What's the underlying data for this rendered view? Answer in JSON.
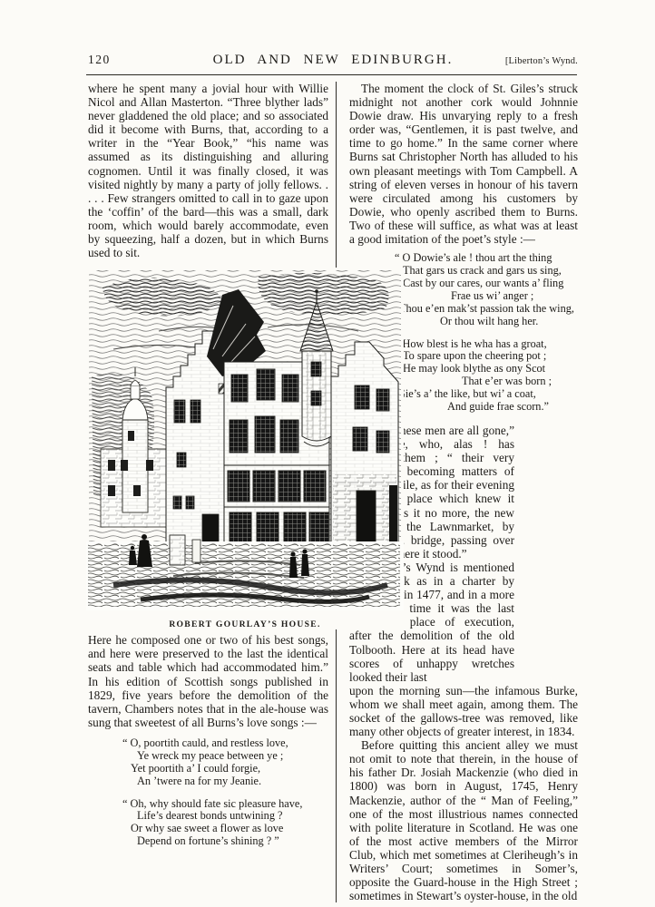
{
  "page": {
    "page_number": "120",
    "running_title": "OLD AND NEW EDINBURGH.",
    "header_right": "[Liberton’s Wynd."
  },
  "left_column": {
    "paragraph_1": "where he spent many a jovial hour with Willie Nicol and Allan Masterton. “Three blyther lads” never gladdened the old place; and so associated did it become with Burns, that, according to a writer in the “Year Book,” “his name was assumed as its distinguishing and alluring cognomen. Until it was finally closed, it was visited nightly by many a party of jolly fellows. . . . . Few strangers omitted to call in to gaze upon the ‘coffin’ of the bard—this was a small, dark room, which would barely accommodate, even by squeezing, half a dozen, but in which Burns used to sit.",
    "illustration_caption": "ROBERT GOURLAY’S HOUSE.",
    "paragraph_2": "Here he composed one or two of his best songs, and here were preserved to the last the identical seats and table which had accommodated him.” In his edition of Scottish songs published in 1829, five years before the demolition of the tavern, Chambers notes that in the ale-house was sung that sweetest of all Burns’s love songs :—",
    "poem": {
      "stanza_1": [
        "“ O, poortith cauld, and restless love,",
        "Ye wreck my peace between ye ;",
        "Yet poortith a’ I could forgie,",
        "An ’twere na for my Jeanie."
      ],
      "stanza_2": [
        "“ Oh, why should fate sic pleasure have,",
        "Life’s dearest bonds untwining ?",
        "Or why sae sweet a flower as love",
        "Depend on fortune’s shining ? ”"
      ]
    }
  },
  "right_column": {
    "paragraph_1": "The moment the clock of St. Giles’s struck midnight not another cork would Johnnie Dowie draw.  His unvarying reply to a fresh order was, “Gentlemen, it is past twelve, and time to go home.”  In the same corner where Burns sat Christopher North has alluded to his own pleasant meetings with Tom Campbell.  A string of eleven verses in honour of his tavern were circulated among his customers by Dowie, who openly ascribed them to Burns.  Two of these will suffice, as what was at least a good imitation of the poet’s style :—",
    "poem": {
      "stanza_1": [
        "“ O Dowie’s ale ! thou art the thing",
        "That gars us crack and gars us sing,",
        "Cast by our cares, our wants a’ fling",
        "Frae us wi’ anger ;",
        "Thou e’en mak’st passion tak the wing,",
        "Or thou wilt hang her."
      ],
      "stanza_2": [
        "“ How blest is he wha has a groat,",
        "To spare upon the cheering pot ;",
        "He may look blythe as ony Scot",
        "That e’er was born ;",
        "Gie’s a’ the like, but wi’ a coat,",
        "And guide frae scorn.”"
      ]
    },
    "paragraph_2": "“ Now these men are all gone,” wrote one, who, alas ! has followed them ; “ their very habits are becoming matters of history, while, as for their evening haunt, the place which knew it once knows it no more, the new access to the Lawnmarket, by George IV. bridge, passing over the area where it stood.”",
    "paragraph_3": "Liberton’s Wynd is mentioned so far back as in a charter by James III., in 1477, and in a more subsequent time it was the last permanent place of execution, after the demolition of the old Tolbooth. Here at its head have scores of unhappy wretches looked their last",
    "paragraph_3_continued": "upon the morning sun—the infamous Burke, whom we shall meet again, among them.  The socket of the gallows-tree was removed, like many other objects of greater interest, in 1834.",
    "paragraph_4": "Before quitting this ancient alley we must not omit to note that therein, in the house of his father Dr. Josiah Mackenzie (who died in 1800) was born in August, 1745, Henry Mackenzie, author of the “ Man of Feeling,” one of the most illustrious names connected with polite literature in Scotland.  He was one of the most active members of the Mirror Club, which met sometimes at Cleriheugh’s in Writers’ Court; sometimes in Somer’s, opposite the Guard-house in the High Street ; sometimes in Stewart’s oyster-house, in the old"
  }
}
